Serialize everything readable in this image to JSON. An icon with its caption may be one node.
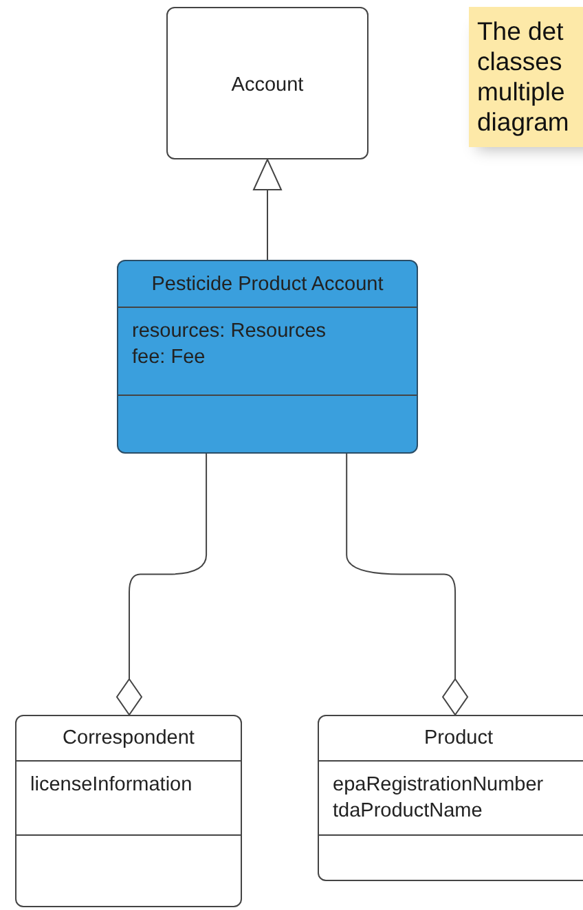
{
  "diagram": {
    "nodes": [
      {
        "text": [
          "Account"
        ]
      },
      {
        "text": [
          "Pesticide Product Account",
          "resources: Resources",
          "fee: Fee"
        ]
      },
      {
        "text": [
          "Correspondent",
          "licenseInformation"
        ]
      },
      {
        "text": [
          "Product",
          "epaRegistrationNumber",
          "tdaProductName"
        ]
      },
      {
        "text": [
          "The det classes multiple diagram"
        ]
      }
    ],
    "edges": [
      {
        "from": 1,
        "to": 0,
        "arrow": "to"
      },
      {
        "from": 1,
        "to": 2,
        "arrow": "other"
      },
      {
        "from": 1,
        "to": 3,
        "arrow": "other"
      }
    ]
  }
}
